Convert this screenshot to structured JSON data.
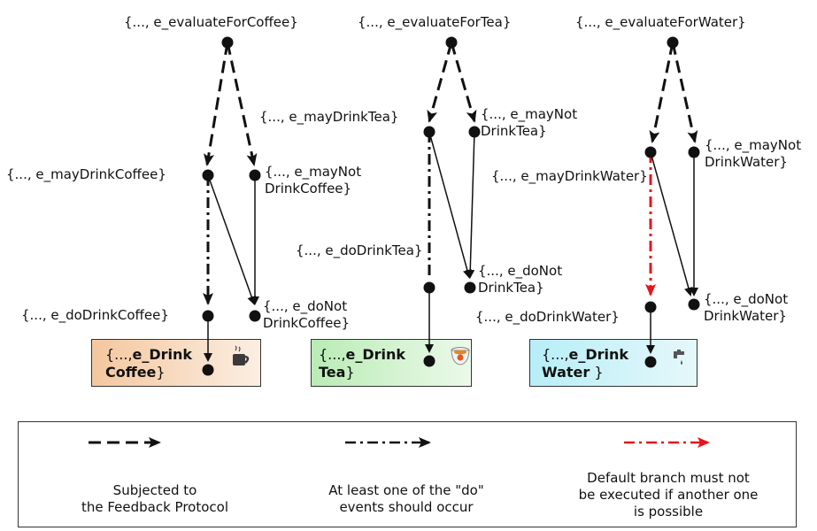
{
  "labels": {
    "eval_coffee": "{..., e_evaluateForCoffee}",
    "eval_tea": "{..., e_evaluateForTea}",
    "eval_water": "{..., e_evaluateForWater}",
    "may_coffee": "{..., e_mayDrinkCoffee}",
    "maynot_coffee": "{..., e_mayNot\nDrinkCoffee}",
    "do_coffee": "{..., e_doDrinkCoffee}",
    "donot_coffee": "{..., e_doNot\nDrinkCoffee}",
    "may_tea": "{..., e_mayDrinkTea}",
    "maynot_tea": "{..., e_mayNot\nDrinkTea}",
    "do_tea": "{..., e_doDrinkTea}",
    "donot_tea": "{..., e_doNot\nDrinkTea}",
    "may_water": "{..., e_mayDrinkWater}",
    "maynot_water": "{..., e_mayNot\nDrinkWater}",
    "do_water": "{..., e_doDrinkWater}",
    "donot_water": "{..., e_doNot\nDrinkWater}"
  },
  "boxes": {
    "coffee": {
      "prefix": "{...,",
      "bold1": "e_Drink",
      "bold2": "Coffee",
      "suffix": "}",
      "color": "#f7d9bf",
      "icon": "coffee-cup-icon"
    },
    "tea": {
      "prefix": "{...,",
      "bold1": "e_Drink",
      "bold2": "Tea",
      "suffix": "}",
      "color": "#d6f3d4",
      "icon": "tea-cup-icon"
    },
    "water": {
      "prefix": "{...,",
      "bold1": "e_Drink",
      "bold2": "Water",
      "suffix": " }",
      "color": "#d2f0f5",
      "icon": "water-tap-icon"
    }
  },
  "legend": {
    "dashed": "Subjected to\nthe Feedback Protocol",
    "dashdot": "At least one of the \"do\"\nevents should occur",
    "red_dashdot": "Default branch must not\nbe executed if another one\nis possible",
    "red_color": "#e8141b"
  }
}
